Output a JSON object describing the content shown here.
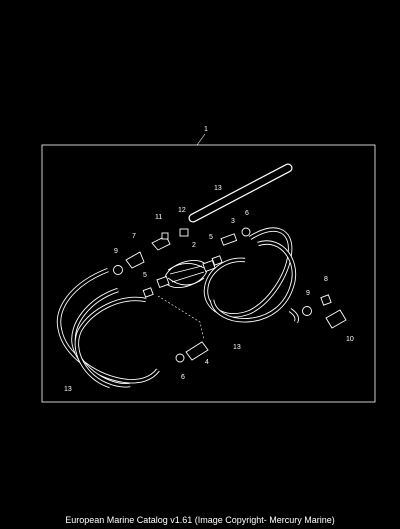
{
  "diagram": {
    "callouts": [
      "1",
      "2",
      "3",
      "4",
      "5",
      "5",
      "6",
      "6",
      "7",
      "8",
      "9",
      "9",
      "10",
      "11",
      "12",
      "13",
      "13",
      "13"
    ]
  },
  "footer": {
    "caption": "European Marine Catalog v1.61 (Image Copyright- Mercury Marine)"
  }
}
